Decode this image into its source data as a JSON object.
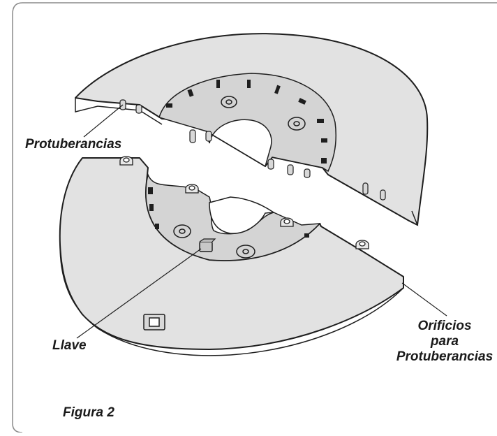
{
  "labels": {
    "protuberancias": "Protuberancias",
    "llave": "Llave",
    "orificios_line1": "Orificios",
    "orificios_line2": "para",
    "orificios_line3": "Protuberancias"
  },
  "caption": "Figura 2",
  "colors": {
    "frame": "#8a8a8a",
    "part_fill": "#e2e2e2",
    "part_inner": "#d2d2d2",
    "part_edge": "#1e1e1e",
    "leader": "#1e1e1e"
  }
}
